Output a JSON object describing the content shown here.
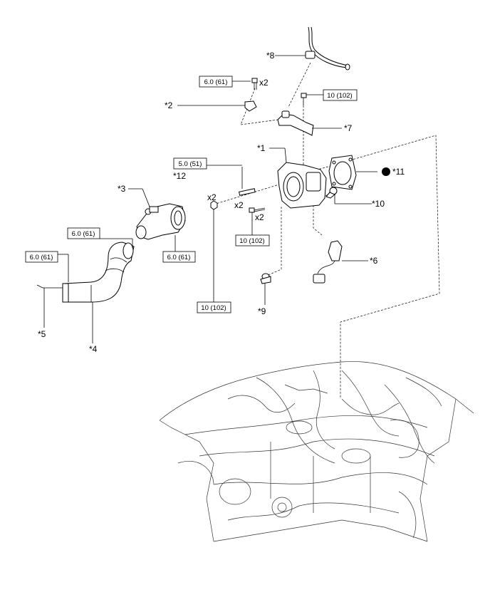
{
  "callouts": {
    "c1": "*1",
    "c2": "*2",
    "c3": "*3",
    "c4": "*4",
    "c5": "*5",
    "c6": "*6",
    "c7": "*7",
    "c8": "*8",
    "c9": "*9",
    "c10": "*10",
    "c11": "*11",
    "c12": "*12"
  },
  "torque": {
    "t_p2": "6.0 (61)",
    "t_p7": "10 (102)",
    "t_p12": "5.0 (51)",
    "t_body": "10 (102)",
    "t_nut": "10 (102)",
    "t_clamp3": "6.0 (61)",
    "t_clamp4a": "6.0 (61)",
    "t_clamp4b": "6.0 (61)"
  },
  "quantities": {
    "q_p2": "x2",
    "q_stud": "x2",
    "q_body": "x2",
    "q_nut": "x2"
  },
  "colors": {
    "line": "#000000",
    "background": "#ffffff",
    "marker": "#000000"
  },
  "icons": {
    "c11_marker": "filled-circle-icon"
  }
}
